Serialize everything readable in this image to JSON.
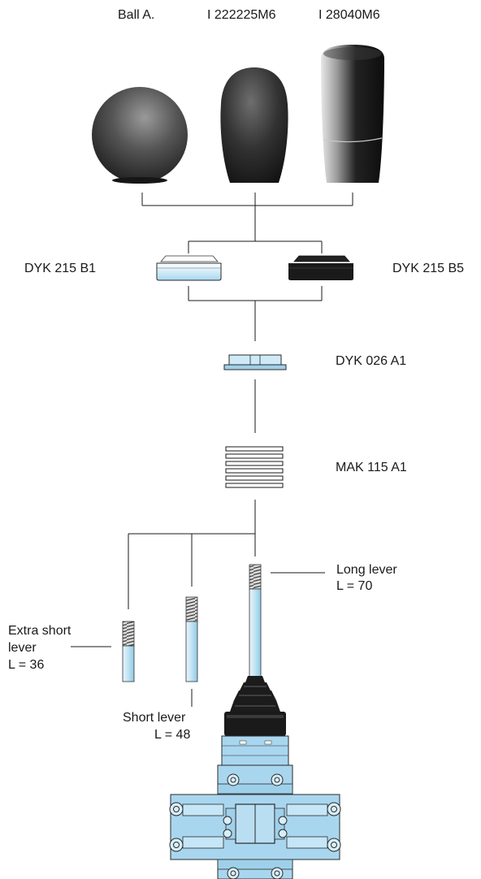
{
  "knobs": {
    "ball": {
      "label": "Ball A."
    },
    "knob_short": {
      "label": "I 222225M6"
    },
    "knob_long": {
      "label": "I 28040M6"
    }
  },
  "bezels": {
    "light": {
      "label": "DYK 215 B1"
    },
    "dark": {
      "label": "DYK 215 B5"
    }
  },
  "nut": {
    "label": "DYK 026 A1"
  },
  "washers": {
    "label": "MAK 115 A1"
  },
  "levers": {
    "long": {
      "line1": "Long lever",
      "line2": "L = 70"
    },
    "short": {
      "line1": "Short lever",
      "line2": "L = 48"
    },
    "extra_short": {
      "line1": "Extra short",
      "line2": "lever",
      "line3": "L = 36"
    }
  },
  "colors": {
    "part_light_blue": "#b8dff2",
    "part_dark": "#1c1c1c",
    "line": "#1a1a1a",
    "body_blue": "#a9d6ef"
  }
}
